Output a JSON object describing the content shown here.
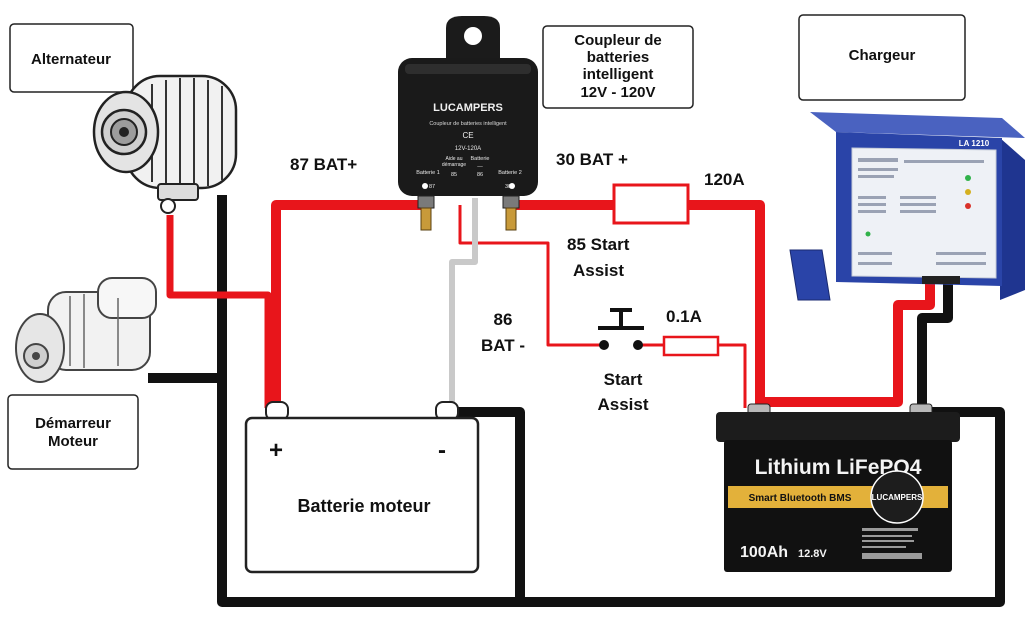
{
  "boxes": {
    "alternator": "Alternateur",
    "starter_line1": "Démarreur",
    "starter_line2": "Moteur",
    "coupler_line1": "Coupleur de",
    "coupler_line2": "batteries",
    "coupler_line3": "intelligent",
    "coupler_line4": "12V - 120V",
    "charger": "Chargeur"
  },
  "device": {
    "brand": "LUCAMPERS",
    "subtitle": "Coupleur de batteries intelligent",
    "rating": "12V-120A",
    "term1_label": "Batterie 1",
    "term1_num": "87",
    "aux_label1": "Aide au",
    "aux_label2": "démarrage",
    "aux_num": "85",
    "batt_label": "Batterie",
    "batt_minus": "—",
    "batt_num": "86",
    "term2_label": "Batterie 2",
    "term2_num": "30"
  },
  "wire_labels": {
    "bat87": "87 BAT+",
    "bat30": "30 BAT +",
    "fuse120": "120A",
    "start85_line1": "85 Start",
    "start85_line2": "Assist",
    "neg86_line1": "86",
    "neg86_line2": "BAT -",
    "fuse01": "0.1A",
    "start_line1": "Start",
    "start_line2": "Assist"
  },
  "engine_battery": {
    "plus": "+",
    "minus": "-",
    "label": "Batterie moteur"
  },
  "lithium_battery": {
    "title": "Lithium LiFePO4",
    "band": "Smart Bluetooth BMS",
    "logo": "LUCAMPERS",
    "capacity": "100Ah",
    "voltage": "12.8V"
  },
  "charger_unit": {
    "model": "LA 1210"
  },
  "colors": {
    "positive_wire": "#e8151b",
    "negative_wire": "#111111",
    "signal_wire": "#c9c9c9",
    "charger_blue": "#2a44a8",
    "battery_band": "#e3b13a"
  }
}
